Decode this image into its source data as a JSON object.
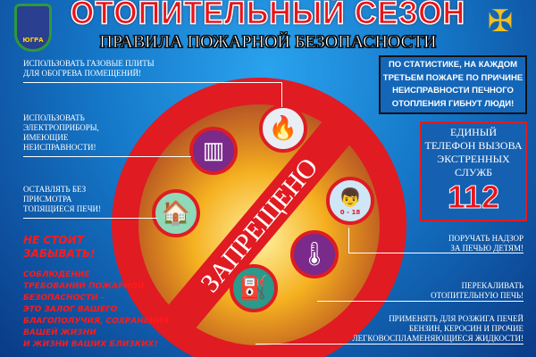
{
  "header": {
    "title": "ОТОПИТЕЛЬНЫЙ СЕЗОН",
    "subtitle": "ПРАВИЛА ПОЖАРНОЙ БЕЗОПАСНОСТИ",
    "left_emblem_text": "ЮГРА"
  },
  "sign": {
    "label": "ЗАПРЕЩЕНО",
    "ring_color": "#e01b22"
  },
  "left_items": [
    {
      "lines": [
        "ИСПОЛЬЗОВАТЬ ГАЗОВЫЕ ПЛИТЫ",
        "ДЛЯ ОБОГРЕВА ПОМЕЩЕНИЙ!"
      ]
    },
    {
      "lines": [
        "ИСПОЛЬЗОВАТЬ",
        "ЭЛЕКТРОПРИБОРЫ,",
        "ИМЕЮЩИЕ",
        "НЕИСПРАВНОСТИ!"
      ]
    },
    {
      "lines": [
        "ОСТАВЛЯТЬ БЕЗ",
        "ПРИСМОТРА",
        "ТОПЯЩИЕСЯ ПЕЧИ!"
      ]
    }
  ],
  "right_items": [
    {
      "lines": [
        "ПОРУЧАТЬ НАДЗОР",
        "ЗА ПЕЧЬЮ ДЕТЯМ!"
      ]
    },
    {
      "lines": [
        "ПЕРЕКАЛИВАТЬ",
        "ОТОПИТЕЛЬНУЮ ПЕЧЬ!"
      ]
    },
    {
      "lines": [
        "ПРИМЕНЯТЬ ДЛЯ РОЗЖИГА ПЕЧЕЙ",
        "БЕНЗИН, КЕРОСИН И ПРОЧИЕ",
        "ЛЕГКОВОСПЛАМЕНЯЮЩИЕСЯ ЖИДКОСТИ!"
      ]
    }
  ],
  "stats": {
    "lines": [
      "ПО СТАТИСТИКЕ, НА КАЖДОМ",
      "ТРЕТЬЕМ ПОЖАРЕ ПО ПРИЧИНЕ",
      "НЕИСПРАВНОСТИ  ПЕЧНОГО",
      "ОТОПЛЕНИЯ ГИБНУТ ЛЮДИ!"
    ]
  },
  "phone": {
    "lines": [
      "ЕДИНЫЙ",
      "ТЕЛЕФОН ВЫЗОВА",
      "ЭКСТРЕННЫХ",
      "СЛУЖБ"
    ],
    "number": "112"
  },
  "warning": {
    "heading": [
      "НЕ СТОИТ",
      "ЗАБЫВАТЬ!"
    ],
    "body": [
      "СОБЛЮДЕНИЕ",
      "ТРЕБОВАНИЙ ПОЖАРНОЙ",
      "БЕЗОПАСНОСТИ –",
      "ЭТО ЗАЛОГ ВАШЕГО",
      "БЛАГОПОЛУЧИЯ, СОХРАНЕНИЯ",
      "ВАШЕЙ ЖИЗНИ",
      "И ЖИЗНИ ВАШИХ БЛИЗКИХ!"
    ]
  },
  "icons": {
    "child_age": "0 - 18"
  }
}
